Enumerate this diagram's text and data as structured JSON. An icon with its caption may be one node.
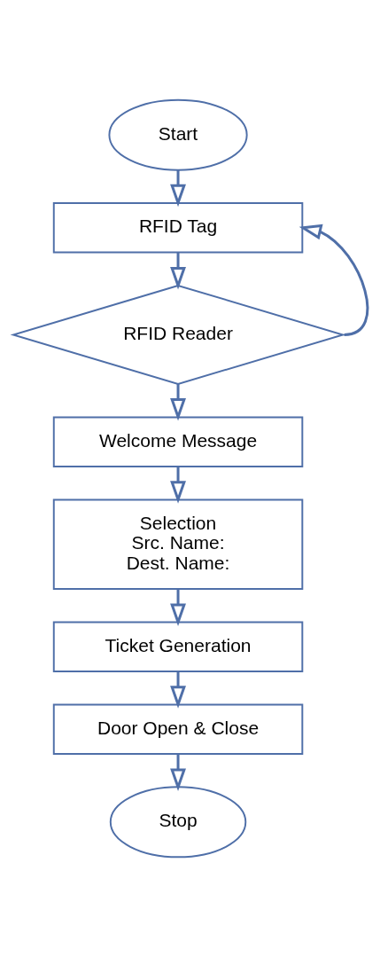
{
  "diagram": {
    "nodes": [
      {
        "text": [
          "Start"
        ]
      },
      {
        "text": [
          "RFID Tag"
        ]
      },
      {
        "text": [
          "RFID Reader"
        ]
      },
      {
        "text": [
          "Welcome Message"
        ]
      },
      {
        "text": [
          "Selection",
          "Src. Name:",
          "Dest. Name:"
        ]
      },
      {
        "text": [
          "Ticket Generation"
        ]
      },
      {
        "text": [
          "Door Open & Close"
        ]
      },
      {
        "text": [
          "Stop"
        ]
      }
    ],
    "edges": [
      {
        "from": 0,
        "to": 1,
        "arrow": "to"
      },
      {
        "from": 1,
        "to": 2,
        "arrow": "to"
      },
      {
        "from": 2,
        "to": 1,
        "arrow": "to"
      },
      {
        "from": 2,
        "to": 3,
        "arrow": "to"
      },
      {
        "from": 3,
        "to": 4,
        "arrow": "to"
      },
      {
        "from": 4,
        "to": 5,
        "arrow": "to"
      },
      {
        "from": 5,
        "to": 6,
        "arrow": "to"
      },
      {
        "from": 6,
        "to": 7,
        "arrow": "to"
      }
    ]
  }
}
